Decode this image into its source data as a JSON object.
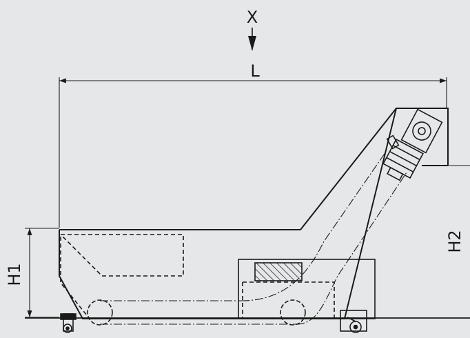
{
  "labels": {
    "view_direction": "X",
    "length": "L",
    "height_1": "H1",
    "height_2": "H2"
  },
  "colors": {
    "background": "#e6e7e8",
    "line": "#1a1a1a"
  }
}
